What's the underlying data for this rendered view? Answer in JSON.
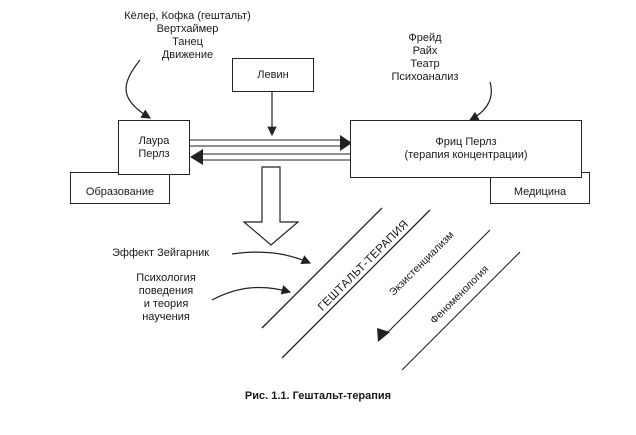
{
  "influences_left": [
    "Кёлер, Кофка (гештальт)",
    "Вертхаймер",
    "Танец",
    "Движение"
  ],
  "influences_right": [
    "Фрейд",
    "Райх",
    "Театр",
    "Психоанализ"
  ],
  "boxes": {
    "levin": "Левин",
    "laura": [
      "Лаура",
      "Перлз"
    ],
    "fritz": [
      "Фриц Перлз",
      "(терапия концентрации)"
    ],
    "education": "Образование",
    "medicine": "Медицина"
  },
  "zeigarnik": "Эффект Зейгарник",
  "psychology": [
    "Психология",
    "поведения",
    "и теория",
    "научения"
  ],
  "diagonals": {
    "gestalt": "ГЕШТАЛЬТ-ТЕРАПИЯ",
    "existentialism": "Экзистенциализм",
    "phenomenology": "Феноменология"
  },
  "caption": "Рис. 1.1. Гештальт-терапия"
}
